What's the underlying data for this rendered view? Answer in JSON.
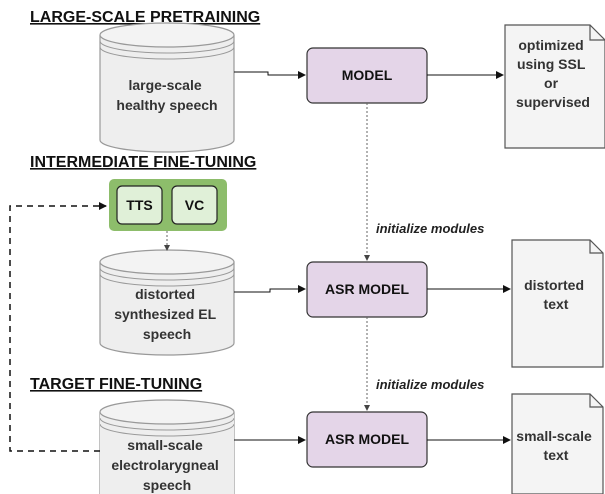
{
  "sections": {
    "pretraining": "LARGE-SCALE PRETRAINING",
    "intermediate": "INTERMEDIATE FINE-TUNING",
    "target": "TARGET FINE-TUNING"
  },
  "databases": {
    "pretrain": [
      "large-scale",
      "healthy speech"
    ],
    "intermediate": [
      "distorted",
      "synthesized EL",
      "speech"
    ],
    "target": [
      "small-scale",
      "electrolarygneal",
      "speech"
    ]
  },
  "models": {
    "pretrain": "MODEL",
    "intermediate": "ASR MODEL",
    "target": "ASR MODEL"
  },
  "documents": {
    "pretrain": [
      "optimized",
      "using SSL",
      "or",
      "supervised"
    ],
    "intermediate": [
      "distorted",
      "text"
    ],
    "target": [
      "small-scale",
      "text"
    ]
  },
  "tools": {
    "tts": "TTS",
    "vc": "VC"
  },
  "annotations": {
    "init1": "initialize modules",
    "init2": "initialize modules"
  },
  "colors": {
    "model_fill": "#e4d5e8",
    "tools_bg": "#8dbd6b",
    "tools_inner": "#e0f0d8",
    "db_fill": "#eeeeee"
  }
}
